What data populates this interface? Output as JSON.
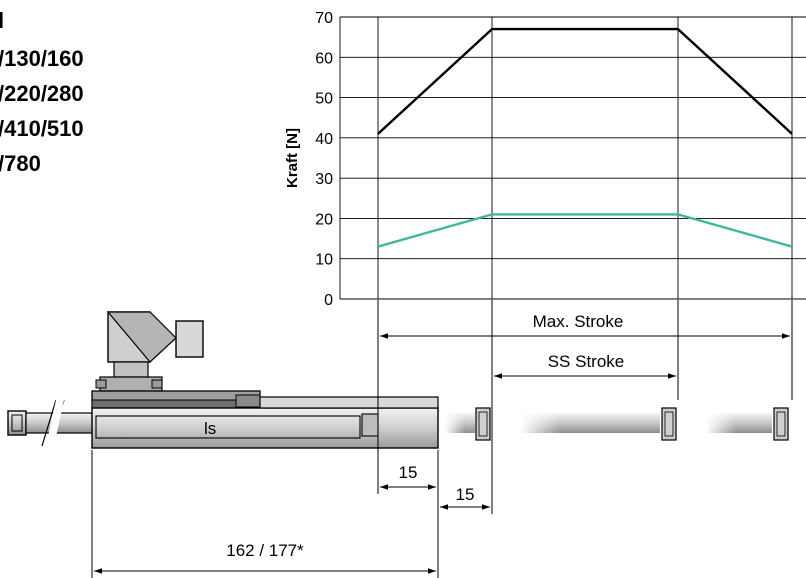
{
  "header_lines": [
    "l",
    "/130/160",
    "/220/280",
    "/410/510",
    "/780"
  ],
  "chart_data": {
    "type": "line",
    "ylabel": "Kraft [N]",
    "ylim": [
      0,
      70
    ],
    "yticks": [
      0,
      10,
      20,
      30,
      40,
      50,
      60,
      70
    ],
    "series": [
      {
        "color": "#000000",
        "points": [
          [
            0,
            41
          ],
          [
            1,
            67
          ],
          [
            2,
            67
          ],
          [
            3,
            41
          ]
        ]
      },
      {
        "color": "#3db89d",
        "points": [
          [
            0,
            13
          ],
          [
            1,
            21
          ],
          [
            2,
            21
          ],
          [
            3,
            13
          ]
        ]
      }
    ]
  },
  "dimensions": {
    "max_stroke": "Max. Stroke",
    "ss_stroke": "SS Stroke",
    "offset_1": "15",
    "offset_2": "15",
    "total_length": "162 / 177*",
    "rod_label": "ls"
  }
}
